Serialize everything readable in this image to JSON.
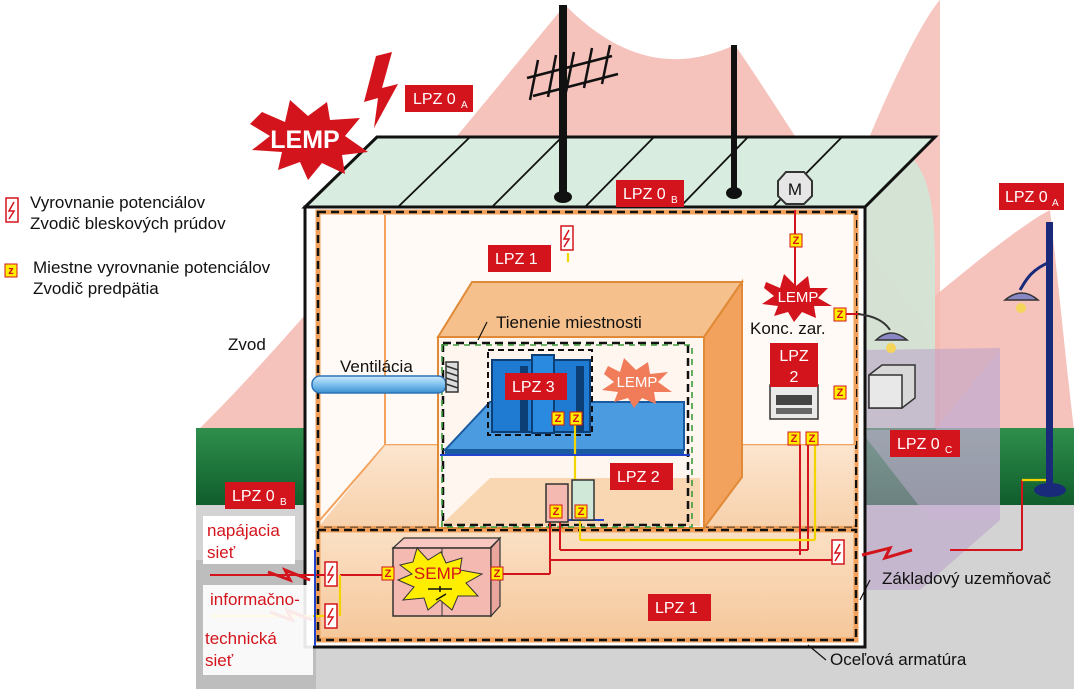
{
  "legend": {
    "item1_line1": "Vyrovnanie potenciálov",
    "item1_line2": "Zvodič bleskových prúdov",
    "item2_icon": "z",
    "item2_line1": "Miestne vyrovnanie potenciálov",
    "item2_line2": "Zvodič predpätia"
  },
  "zones": {
    "lpz0a_top": "LPZ 0",
    "lpz0a_top_sub": "A",
    "lpz0a_right": "LPZ 0",
    "lpz0a_right_sub": "A",
    "lpz0b_roof": "LPZ 0",
    "lpz0b_roof_sub": "B",
    "lpz0b_left": "LPZ 0",
    "lpz0b_left_sub": "B",
    "lpz0c": "LPZ 0",
    "lpz0c_sub": "C",
    "lpz1_top": "LPZ 1",
    "lpz1_bottom": "LPZ 1",
    "lpz2_room": "LPZ 2",
    "lpz2_device_line1": "LPZ",
    "lpz2_device_line2": "2",
    "lpz3": "LPZ 3"
  },
  "labels": {
    "lemp_big": "LEMP",
    "lemp_small": "LEMP",
    "lemp_room": "LEMP",
    "semp": "SEMP",
    "zvod": "Zvod",
    "ventilacia": "Ventilácia",
    "tienenie": "Tienenie miestnosti",
    "konc_zar": "Konc. zar.",
    "motor": "M",
    "napajacia_line1": "napájacia",
    "napajacia_line2": "sieť",
    "info_line1": "informačno-",
    "info_line2": "technická",
    "info_line3": "sieť",
    "zakladovy": "Základový uzemňovač",
    "ocelova": "Oceľová armatúra",
    "z": "Z"
  },
  "colors": {
    "lpz_box": "#d4141c",
    "zone_pink": "#f4b9b0",
    "zone_green": "#bfe3cf",
    "ground_green": "#1e7a3c",
    "ground_gray": "#cfcfcf",
    "building_orange": "#f2a25c",
    "room_orange": "#f5c08b",
    "equipment_blue": "#1f7bd1",
    "z_yellow": "#ffee00"
  }
}
